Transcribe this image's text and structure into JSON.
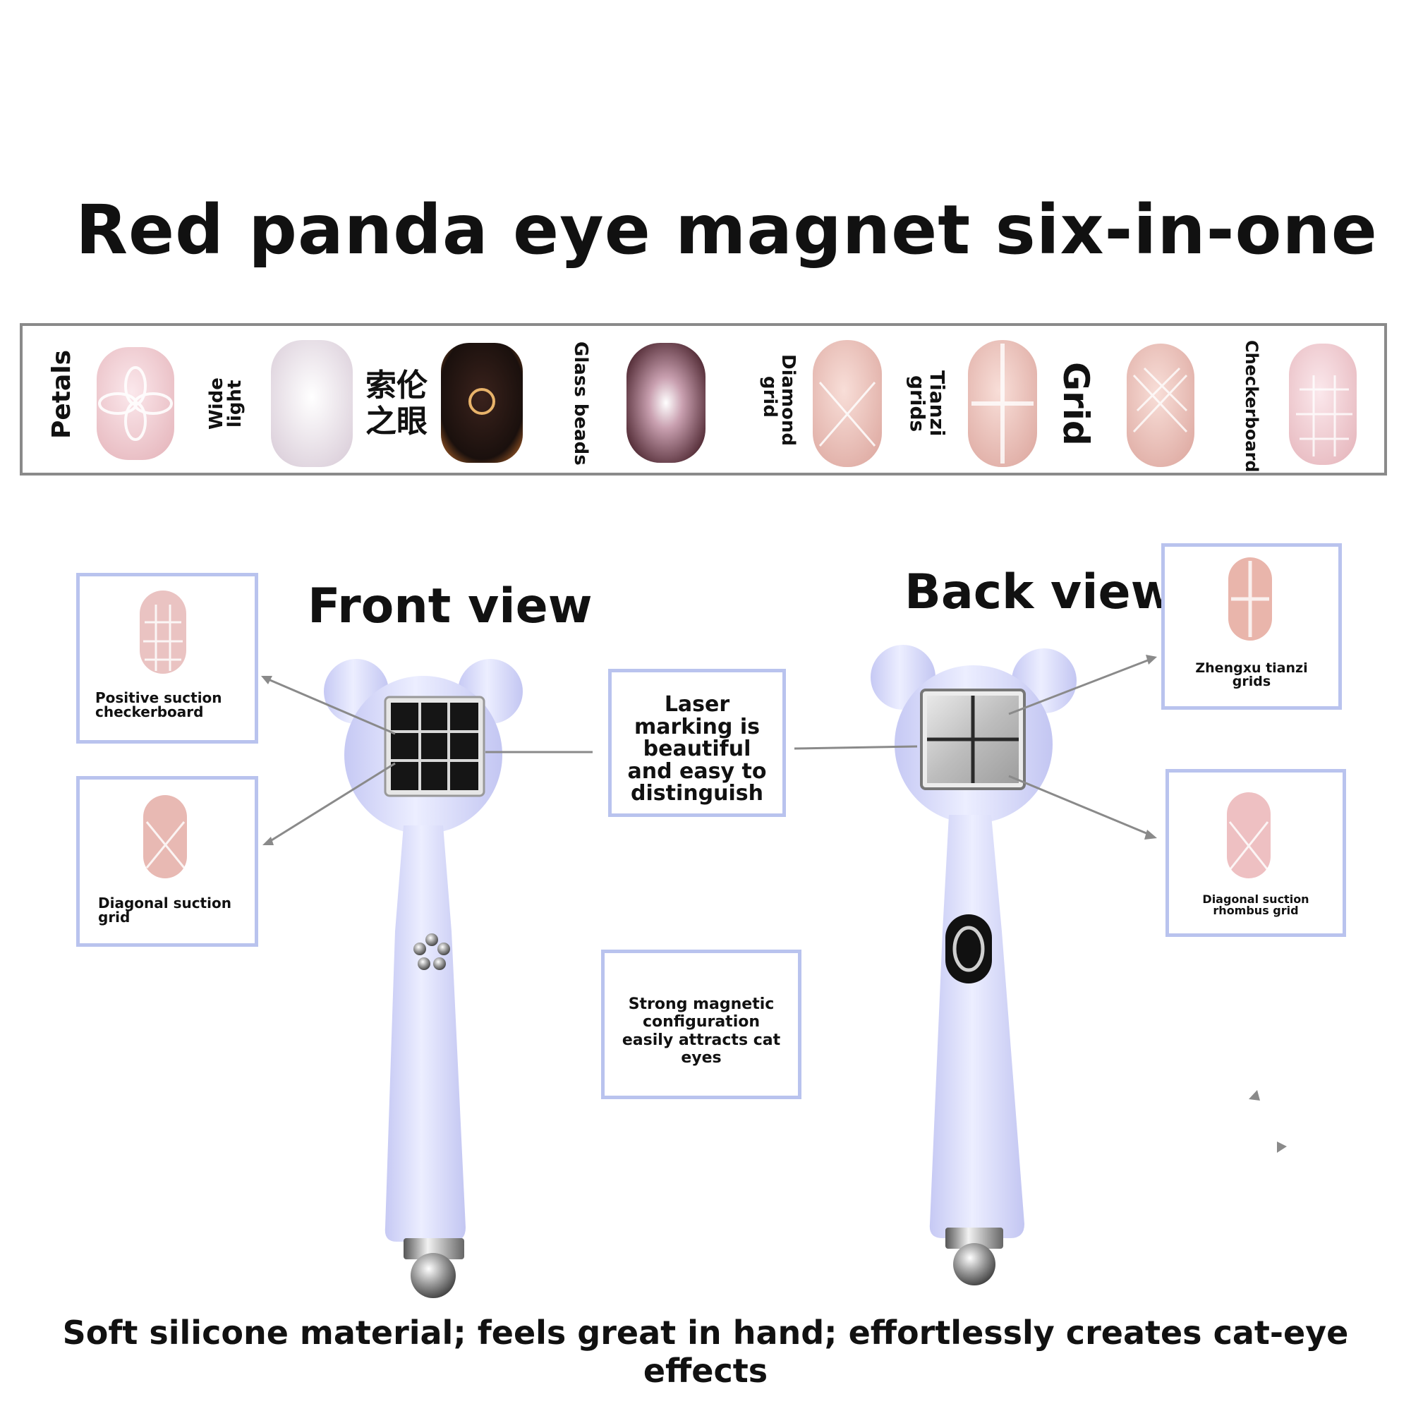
{
  "title": "Red panda eye magnet six-in-one",
  "strip": {
    "labels": {
      "petals": "Petals",
      "wide_light": "Wide light",
      "solon_eye": "索伦之眼",
      "glass_beads": "Glass beads",
      "diamond_grid": "Diamond grid",
      "tianzi_grids": "Tianzi grids",
      "grid": "Grid",
      "checkerboard": "Checkerboard"
    }
  },
  "front": {
    "title": "Front view",
    "positive_suction": "Positive suction checkerboard",
    "diagonal_suction": "Diagonal suction grid"
  },
  "back": {
    "title": "Back view",
    "zhengxu": "Zhengxu tianzi grids",
    "diagonal_rhombus": "Diagonal suction rhombus grid"
  },
  "center": {
    "laser": "Laser marking is beautiful and easy to distinguish",
    "strong": "Strong magnetic configuration easily attracts cat eyes"
  },
  "footer": "Soft silicone material; feels great in hand; effortlessly creates cat-eye effects",
  "colors": {
    "tool_body": "#d7d9fb",
    "box_border": "#b9c3ee",
    "nail_pink": "#efc7c4"
  }
}
